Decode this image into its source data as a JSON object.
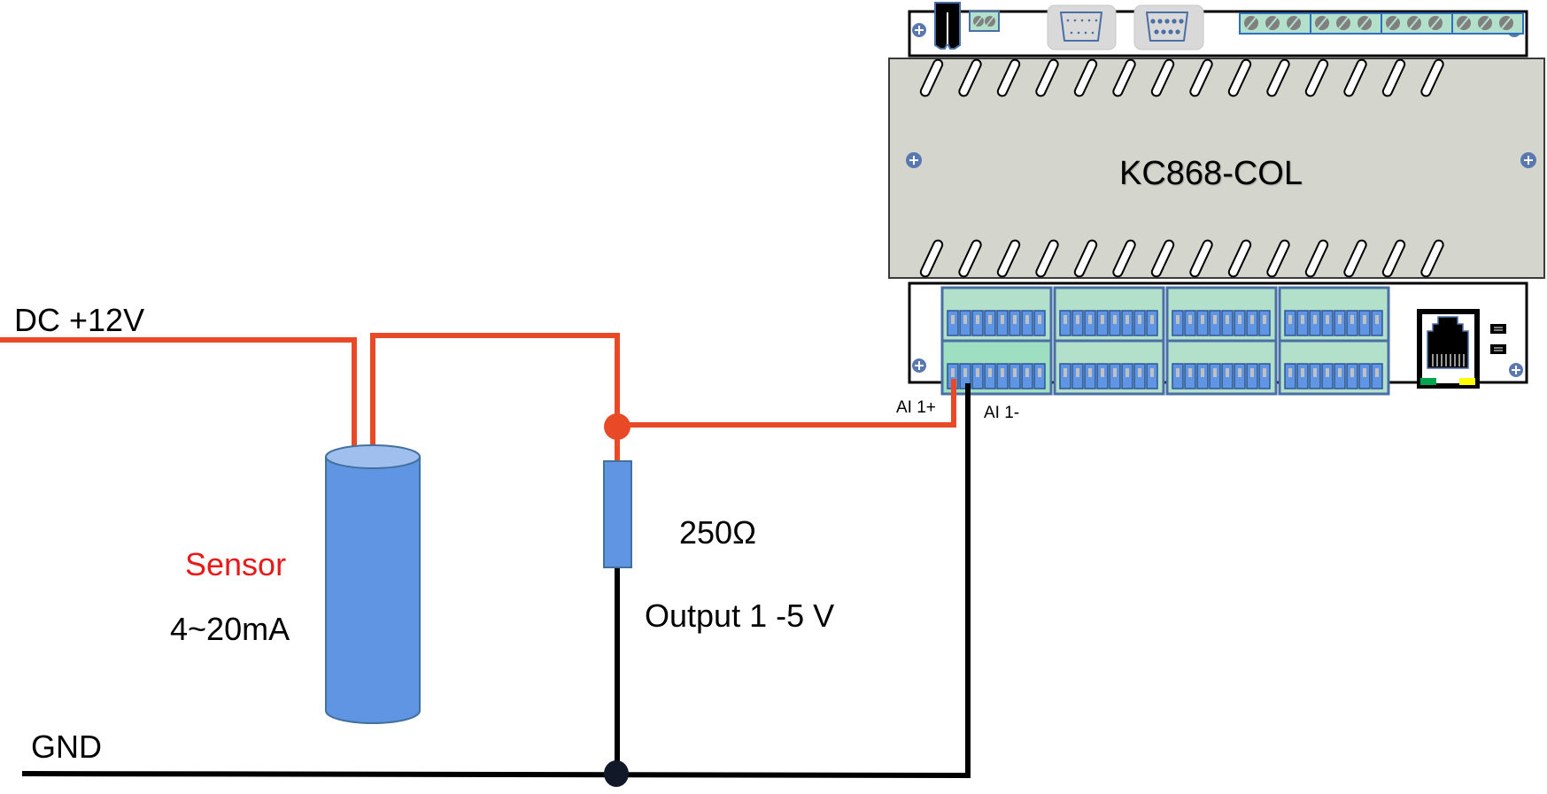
{
  "diagram": {
    "title": "4-20mA sensor wiring to KC868-COL analog input",
    "colors": {
      "power_wire": "#E84A27",
      "ground_wire": "#000000",
      "component_fill": "#5F95E3",
      "component_top": "#A0BFEE",
      "component_stroke": "#41719C",
      "device_body": "#D4D5CD",
      "terminal_fill": "#B3E0CB",
      "terminal_stroke": "#4A6FA5",
      "sensor_label": "#E81919",
      "ground_dot": "#111827"
    },
    "labels": {
      "power": "DC +12V",
      "ground": "GND",
      "sensor_name": "Sensor",
      "sensor_range": "4~20mA",
      "resistor_value": "250Ω",
      "output_range": "Output 1 -5 V",
      "ai_plus": "AI 1+",
      "ai_minus": "AI 1-",
      "device_name": "KC868-COL"
    },
    "nodes": [
      {
        "id": "power-supply",
        "label": "DC +12V"
      },
      {
        "id": "sensor",
        "label": "Sensor 4~20mA"
      },
      {
        "id": "resistor",
        "label": "250Ω"
      },
      {
        "id": "controller",
        "label": "KC868-COL"
      },
      {
        "id": "ground",
        "label": "GND"
      }
    ],
    "edges": [
      {
        "from": "power-supply",
        "to": "sensor",
        "color": "red"
      },
      {
        "from": "sensor",
        "to": "resistor",
        "color": "red"
      },
      {
        "from": "resistor",
        "to": "controller",
        "port": "AI 1+",
        "color": "red"
      },
      {
        "from": "resistor",
        "to": "ground",
        "color": "black"
      },
      {
        "from": "controller",
        "port": "AI 1-",
        "to": "ground",
        "color": "black"
      }
    ],
    "device": {
      "top_terminals_groups": 4,
      "bottom_terminal_blocks": 8,
      "pins_per_block": 8,
      "db9_ports": 2,
      "rj45_ports": 1
    }
  }
}
